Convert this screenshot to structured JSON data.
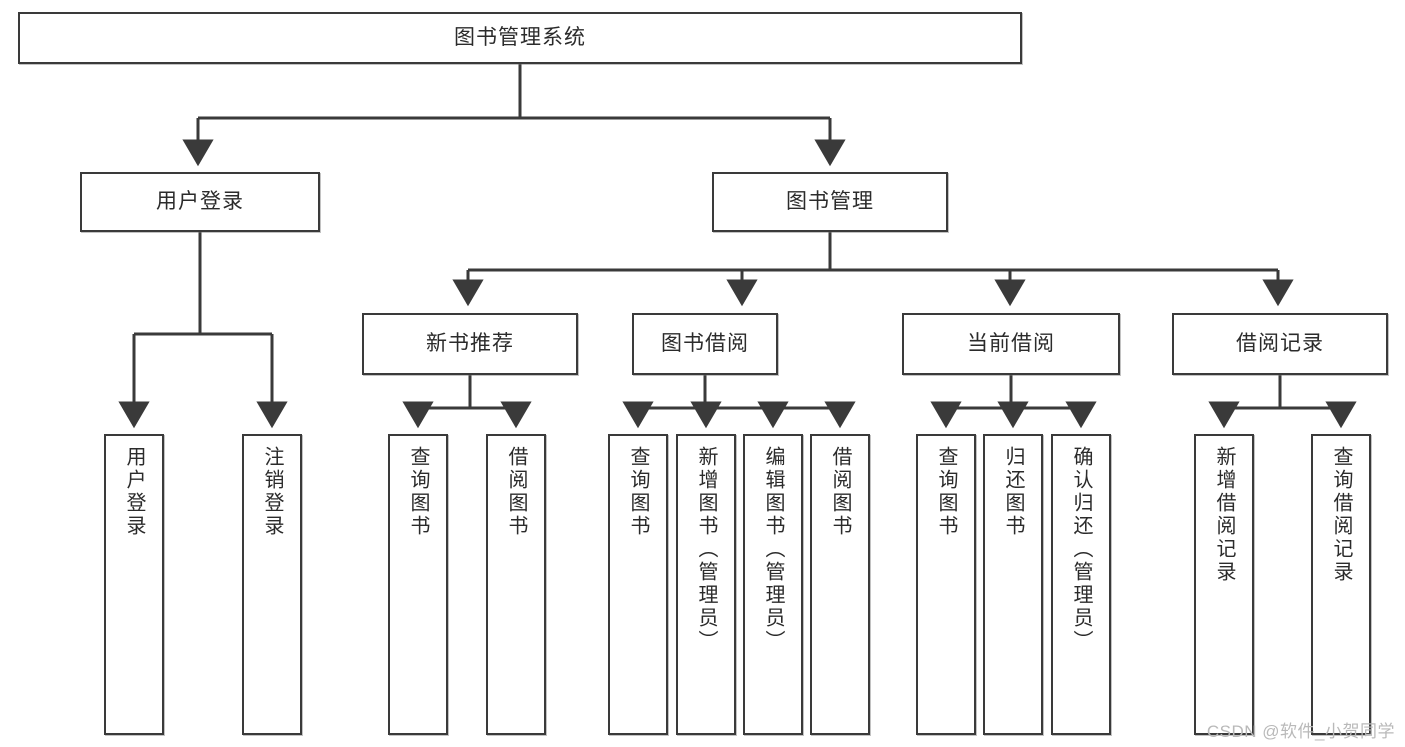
{
  "diagram": {
    "type": "tree-hierarchy",
    "title": "图书管理系统",
    "root": {
      "id": "root",
      "label": "图书管理系统"
    },
    "level2": [
      {
        "id": "user-login",
        "label": "用户登录"
      },
      {
        "id": "book-management",
        "label": "图书管理"
      }
    ],
    "level3": [
      {
        "id": "new-book-recommend",
        "label": "新书推荐",
        "parent": "book-management"
      },
      {
        "id": "book-borrow",
        "label": "图书借阅",
        "parent": "book-management"
      },
      {
        "id": "current-borrow",
        "label": "当前借阅",
        "parent": "book-management"
      },
      {
        "id": "borrow-record",
        "label": "借阅记录",
        "parent": "book-management"
      }
    ],
    "leaves": [
      {
        "id": "leaf-user-login",
        "label": "用户登录",
        "parent": "user-login"
      },
      {
        "id": "leaf-logout-login",
        "label": "注销登录",
        "parent": "user-login"
      },
      {
        "id": "leaf-query-book-1",
        "label": "查询图书",
        "parent": "new-book-recommend"
      },
      {
        "id": "leaf-borrow-book-1",
        "label": "借阅图书",
        "parent": "new-book-recommend"
      },
      {
        "id": "leaf-query-book-2",
        "label": "查询图书",
        "parent": "book-borrow"
      },
      {
        "id": "leaf-add-book",
        "label": "新增图书（管理员）",
        "parent": "book-borrow"
      },
      {
        "id": "leaf-edit-book",
        "label": "编辑图书（管理员）",
        "parent": "book-borrow"
      },
      {
        "id": "leaf-borrow-book-2",
        "label": "借阅图书",
        "parent": "book-borrow"
      },
      {
        "id": "leaf-query-book-3",
        "label": "查询图书",
        "parent": "current-borrow"
      },
      {
        "id": "leaf-return-book",
        "label": "归还图书",
        "parent": "current-borrow"
      },
      {
        "id": "leaf-confirm-return",
        "label": "确认归还（管理员）",
        "parent": "current-borrow"
      },
      {
        "id": "leaf-add-borrow-record",
        "label": "新增借阅记录",
        "parent": "borrow-record"
      },
      {
        "id": "leaf-query-borrow-record",
        "label": "查询借阅记录",
        "parent": "borrow-record"
      }
    ],
    "colors": {
      "border": "#3a3a3a",
      "text": "#2b2b2b",
      "background": "#ffffff",
      "connector": "#3a3a3a",
      "watermark": "#b9b9b9"
    }
  },
  "watermark": {
    "text": "CSDN @软件_小贺同学"
  }
}
